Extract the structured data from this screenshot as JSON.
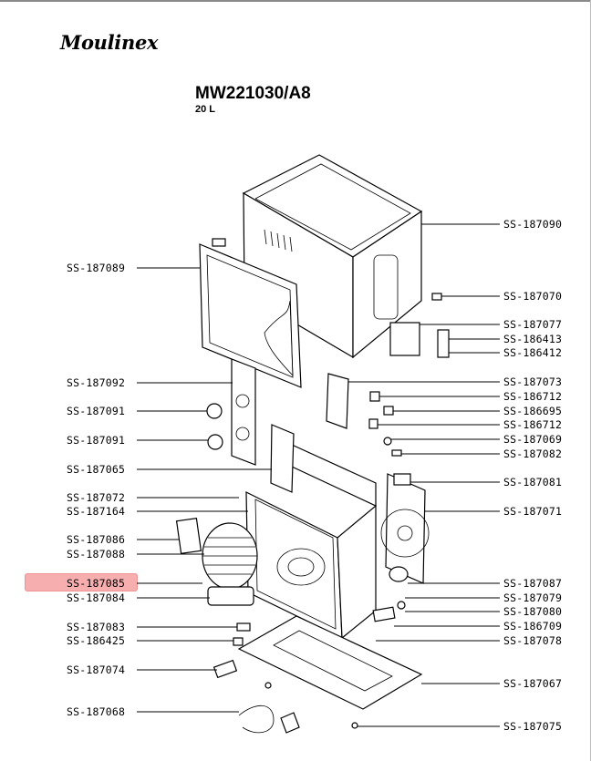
{
  "brand": "Moulinex",
  "model": "MW221030/A8",
  "capacity": "20 L",
  "highlight_color": "#f6a6a6",
  "left_labels": [
    "SS-187089",
    "SS-187092",
    "SS-187091",
    "SS-187091",
    "SS-187065",
    "SS-187072",
    "SS-187164",
    "SS-187086",
    "SS-187088",
    "SS-187085",
    "SS-187084",
    "SS-187083",
    "SS-186425",
    "SS-187074",
    "SS-187068"
  ],
  "right_labels": [
    "SS-187090",
    "SS-187070",
    "SS-187077",
    "SS-186413",
    "SS-186412",
    "SS-187073",
    "SS-186712",
    "SS-186695",
    "SS-186712",
    "SS-187069",
    "SS-187082",
    "SS-187081",
    "SS-187071",
    "SS-187087",
    "SS-187079",
    "SS-187080",
    "SS-186709",
    "SS-187078",
    "SS-187067",
    "SS-187075"
  ],
  "selected_part": "SS-187085"
}
